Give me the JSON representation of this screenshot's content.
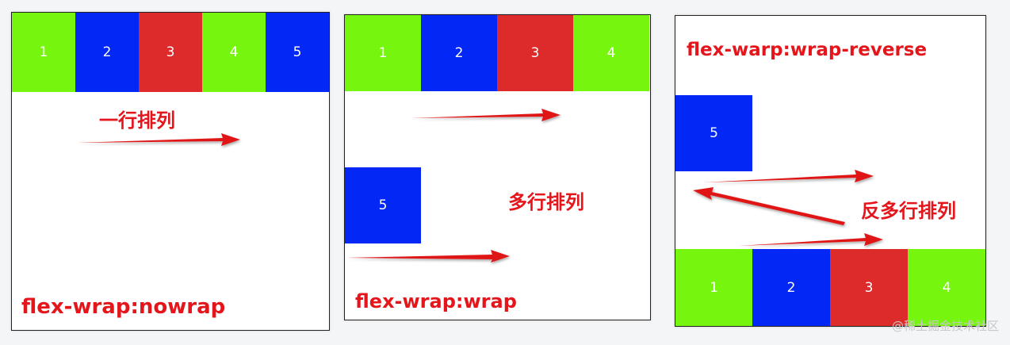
{
  "colors": {
    "green": "#76f50e",
    "blue": "#0328f5",
    "red": "#dd2b2b",
    "arrow": "#e01818",
    "label": "#e4161c"
  },
  "panel1": {
    "items": [
      {
        "text": "1",
        "color": "green"
      },
      {
        "text": "2",
        "color": "blue"
      },
      {
        "text": "3",
        "color": "red"
      },
      {
        "text": "4",
        "color": "green"
      },
      {
        "text": "5",
        "color": "blue"
      }
    ],
    "caption": "一行排列",
    "code_label": "flex-wrap:nowrap"
  },
  "panel2": {
    "row1": [
      {
        "text": "1",
        "color": "green"
      },
      {
        "text": "2",
        "color": "blue"
      },
      {
        "text": "3",
        "color": "red"
      },
      {
        "text": "4",
        "color": "green"
      }
    ],
    "row2": [
      {
        "text": "5",
        "color": "blue"
      }
    ],
    "caption": "多行排列",
    "code_label": "flex-wrap:wrap"
  },
  "panel3": {
    "top_row": [
      {
        "text": "5",
        "color": "blue"
      }
    ],
    "bottom_row": [
      {
        "text": "1",
        "color": "green"
      },
      {
        "text": "2",
        "color": "blue"
      },
      {
        "text": "3",
        "color": "red"
      },
      {
        "text": "4",
        "color": "green"
      }
    ],
    "caption": "反多行排列",
    "code_label": "flex-warp:wrap-reverse"
  },
  "watermark": "@稀土掘金技术社区"
}
